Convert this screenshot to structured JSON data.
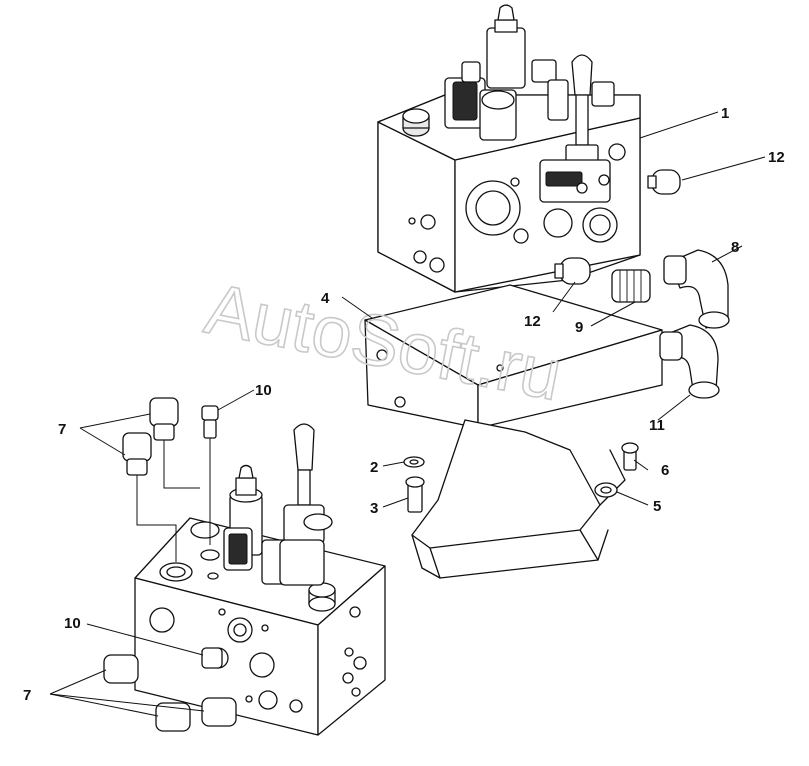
{
  "watermark": "AutoSoft.ru",
  "callouts": {
    "c1": "1",
    "c2": "2",
    "c3": "3",
    "c4": "4",
    "c5": "5",
    "c6": "6",
    "c7a": "7",
    "c7b": "7",
    "c8": "8",
    "c9": "9",
    "c10a": "10",
    "c10b": "10",
    "c11": "11",
    "c12a": "12",
    "c12b": "12"
  }
}
